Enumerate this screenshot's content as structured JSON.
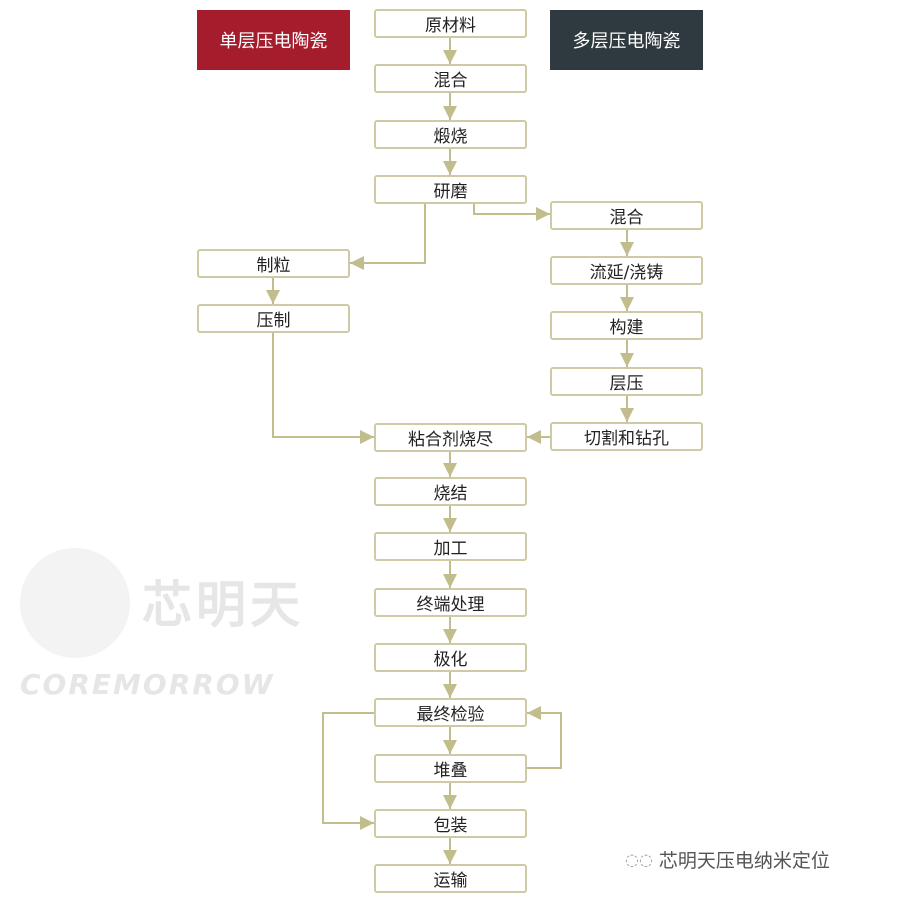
{
  "colors": {
    "single": "#a51c2c",
    "multi": "#2f3a40",
    "arrow": "#c2bd8c",
    "border": "#cfcaa6"
  },
  "headers": {
    "single": "单层压电陶瓷",
    "multi": "多层压电陶瓷"
  },
  "center": [
    "原材料",
    "混合",
    "煅烧",
    "研磨",
    "粘合剂烧尽",
    "烧结",
    "加工",
    "终端处理",
    "极化",
    "最终检验",
    "堆叠",
    "包装",
    "运输"
  ],
  "left": [
    "制粒",
    "压制"
  ],
  "right": [
    "混合",
    "流延/浇铸",
    "构建",
    "层压",
    "切割和钻孔"
  ],
  "watermark": {
    "cn": "芯明天",
    "en": "COREMORROW"
  },
  "footer": {
    "icon": "wechat-icon",
    "text": "芯明天压电纳米定位"
  }
}
